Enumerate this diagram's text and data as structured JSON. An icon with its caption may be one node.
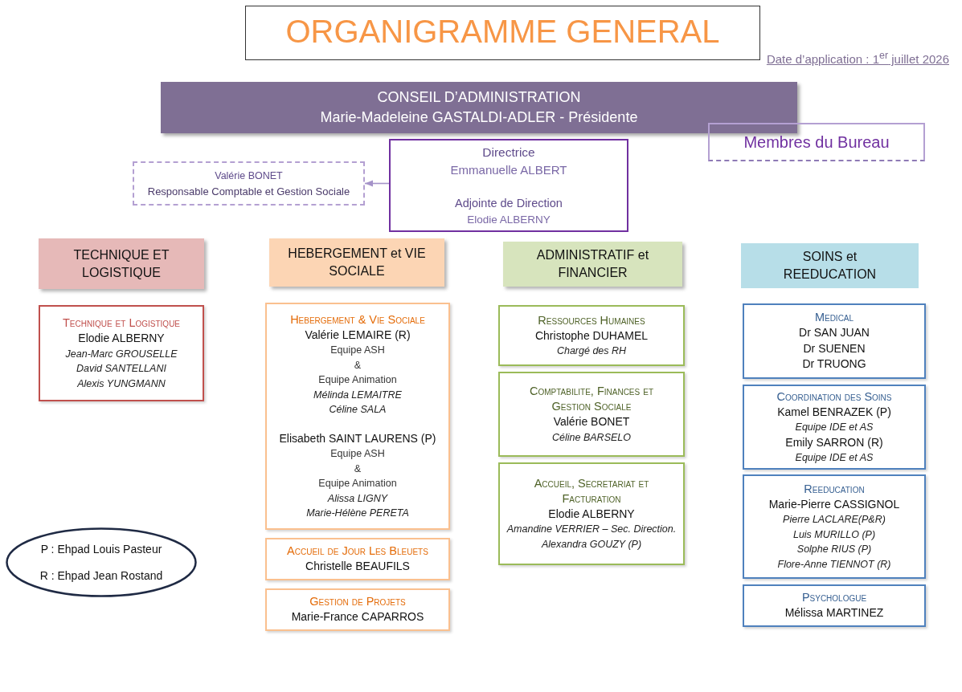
{
  "diagram": {
    "title": "ORGANIGRAMME GENERAL",
    "nodes": [
      {
        "text": [
          "CONSEIL D’ADMINISTRATION",
          "Marie-Madeleine GASTALDI-ADLER - Présidente"
        ]
      },
      {
        "text": [
          "Membres du Bureau"
        ]
      },
      {
        "text": [
          "Directrice",
          "Emmanuelle ALBERT",
          "Adjointe de Direction",
          "Elodie ALBERNY"
        ]
      },
      {
        "text": [
          "Valérie BONET",
          "Responsable Comptable et Gestion Sociale"
        ]
      },
      {
        "text": [
          "TECHNIQUE ET LOGISTIQUE"
        ]
      },
      {
        "text": [
          "HEBERGEMENT et VIE SOCIALE"
        ]
      },
      {
        "text": [
          "ADMINISTRATIF et FINANCIER"
        ]
      },
      {
        "text": [
          "SOINS et REEDUCATION"
        ]
      },
      {
        "text": [
          "Technique et Logistique",
          "Elodie ALBERNY",
          "Jean-Marc GROUSELLE",
          "David SANTELLANI",
          "Alexis YUNGMANN"
        ]
      },
      {
        "text": [
          "Hebergement & Vie Sociale",
          "Valérie LEMAIRE (R)",
          "Equipe ASH",
          "&",
          "Equipe Animation",
          "Mélinda LEMAITRE",
          "Céline SALA",
          "Elisabeth SAINT LAURENS (P)",
          "Equipe ASH",
          "&",
          "Equipe Animation",
          "Alissa LIGNY",
          "Marie-Hélène PERETA"
        ]
      },
      {
        "text": [
          "Accueil de Jour Les Bleuets",
          "Christelle BEAUFILS"
        ]
      },
      {
        "text": [
          "Gestion de Projets",
          "Marie-France CAPARROS"
        ]
      },
      {
        "text": [
          "Ressources Humaines",
          "Christophe DUHAMEL",
          "Chargé des RH"
        ]
      },
      {
        "text": [
          "Comptabilite, Finances et Gestion Sociale",
          "Valérie BONET",
          "Céline BARSELO"
        ]
      },
      {
        "text": [
          "Accueil, Secretariat et Facturation",
          "Elodie ALBERNY",
          "Amandine VERRIER – Sec. Direction.",
          "Alexandra GOUZY (P)"
        ]
      },
      {
        "text": [
          "Medical",
          "Dr SAN JUAN",
          "Dr SUENEN",
          "Dr TRUONG"
        ]
      },
      {
        "text": [
          "Coordination des Soins",
          "Kamel BENRAZEK (P)",
          "Equipe IDE et AS",
          "Emily SARRON (R)",
          "Equipe IDE et AS"
        ]
      },
      {
        "text": [
          "Reeducation",
          "Marie-Pierre CASSIGNOL",
          "Pierre LACLARE(P&R)",
          "Luis MURILLO (P)",
          "Solphe RIUS (P)",
          "Flore-Anne TIENNOT (R)"
        ]
      },
      {
        "text": [
          "Psychologue",
          "Mélissa MARTINEZ"
        ]
      },
      {
        "text": [
          "P : Ehpad Louis Pasteur",
          "R : Ehpad Jean Rostand"
        ]
      }
    ],
    "edges": [
      {
        "from": 2,
        "to": 3,
        "arrow": "to"
      }
    ],
    "labels": [
      "Date d’application : 1$^{er}$ juillet 2026"
    ]
  }
}
